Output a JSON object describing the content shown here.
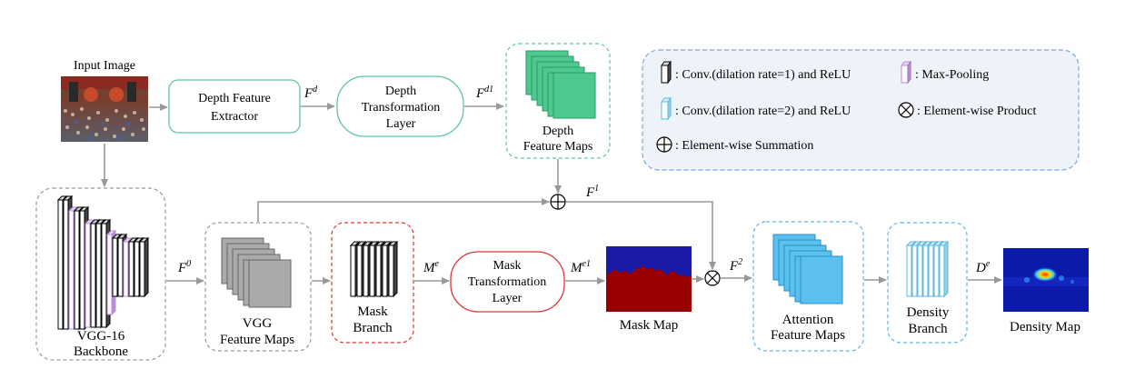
{
  "input": {
    "label": "Input Image"
  },
  "depth_extractor": {
    "line1": "Depth Feature",
    "line2": "Extractor"
  },
  "depth_transform": {
    "line1": "Depth",
    "line2": "Transformation",
    "line3": "Layer"
  },
  "depth_maps": {
    "line1": "Depth",
    "line2": "Feature Maps"
  },
  "vgg_backbone": {
    "line1": "VGG-16",
    "line2": "Backbone"
  },
  "vgg_maps": {
    "line1": "VGG",
    "line2": "Feature Maps"
  },
  "mask_branch": {
    "line1": "Mask",
    "line2": "Branch"
  },
  "mask_transform": {
    "line1": "Mask",
    "line2": "Transformation",
    "line3": "Layer"
  },
  "mask_map": {
    "label": "Mask Map"
  },
  "attention_maps": {
    "line1": "Attention",
    "line2": "Feature Maps"
  },
  "density_branch": {
    "line1": "Density",
    "line2": "Branch"
  },
  "density_map": {
    "label": "Density Map"
  },
  "symbols": {
    "fd": {
      "base": "F",
      "sup": "d"
    },
    "fd1": {
      "base": "F",
      "sup": "d1"
    },
    "f0": {
      "base": "F",
      "sup": "0"
    },
    "me": {
      "base": "M",
      "sup": "e"
    },
    "me1": {
      "base": "M",
      "sup": "e1"
    },
    "f1": {
      "base": "F",
      "sup": "1"
    },
    "f2": {
      "base": "F",
      "sup": "2"
    },
    "de": {
      "base": "D",
      "sup": "e"
    }
  },
  "legend": {
    "conv1": ": Conv.(dilation rate=1) and ReLU",
    "maxpool": ": Max-Pooling",
    "conv2": ": Conv.(dilation rate=2) and ReLU",
    "product": ": Element-wise Product",
    "summation": ": Element-wise Summation"
  },
  "colors": {
    "green": "#5ec79a",
    "green_fill": "#4dc98f",
    "red": "#e03434",
    "blue": "#5bb8e0",
    "blue_fill": "#5bc0f0",
    "legend_border": "#7aa6dc",
    "legend_fill": "#eef3fa",
    "gray": "#999999",
    "mask_red": "#990000",
    "mask_blue": "#1a1aa6",
    "purple": "#b88fd6"
  }
}
